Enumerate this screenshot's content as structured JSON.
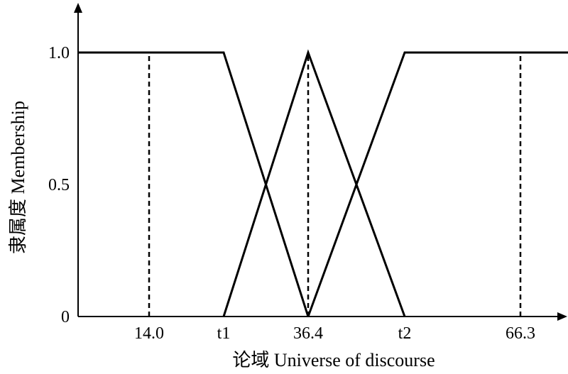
{
  "chart_data": {
    "type": "line",
    "xlabel": "论域 Universe of discourse",
    "ylabel": "隶属度 Membership",
    "xlim": [
      4,
      73
    ],
    "ylim": [
      0,
      1.0
    ],
    "grid": false,
    "legend": "none",
    "y_ticks": [
      {
        "value": 0,
        "label": "0"
      },
      {
        "value": 0.5,
        "label": "0.5"
      },
      {
        "value": 1.0,
        "label": "1.0"
      }
    ],
    "x_ticks": [
      {
        "value": 14.0,
        "label": "14.0"
      },
      {
        "value": 24.5,
        "label": "t1"
      },
      {
        "value": 36.4,
        "label": "36.4"
      },
      {
        "value": 50.0,
        "label": "t2"
      },
      {
        "value": 66.3,
        "label": "66.3"
      }
    ],
    "series": [
      {
        "points": [
          [
            4,
            1
          ],
          [
            24.5,
            1
          ],
          [
            36.4,
            0
          ]
        ],
        "dash": false
      },
      {
        "points": [
          [
            24.5,
            0
          ],
          [
            36.4,
            1
          ],
          [
            50.0,
            0
          ]
        ],
        "dash": false
      },
      {
        "points": [
          [
            36.4,
            0
          ],
          [
            50.0,
            1
          ],
          [
            73,
            1
          ]
        ],
        "dash": false
      }
    ],
    "reference_lines": [
      {
        "x": 14.0,
        "y_from": 0,
        "y_to": 1
      },
      {
        "x": 36.4,
        "y_from": 0,
        "y_to": 1
      },
      {
        "x": 66.3,
        "y_from": 0,
        "y_to": 1
      }
    ]
  }
}
